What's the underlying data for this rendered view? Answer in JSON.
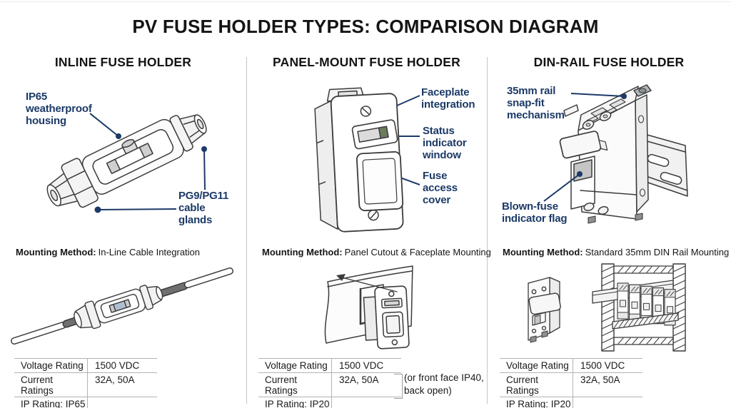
{
  "title": "PV FUSE HOLDER TYPES: COMPARISON DIAGRAM",
  "colors": {
    "callout_text": "#1c3a67",
    "line_art_stroke": "#3b3b3b",
    "status_indicator_green": "#6b7c5e",
    "column_divider": "#c5c5c5",
    "table_border": "#b3b3b3"
  },
  "columns": [
    {
      "header": "INLINE FUSE HOLDER",
      "callouts": {
        "housing": "IP65 weatherproof housing",
        "glands": "PG9/PG11 cable glands"
      },
      "mounting_method_label": "Mounting Method:",
      "mounting_method_value": "In-Line Cable Integration",
      "specs": {
        "voltage_label": "Voltage Rating",
        "voltage_value": "1500 VDC",
        "current_label": "Current Ratings",
        "current_value": "32A, 50A",
        "ip_label": "IP Rating: IP65"
      }
    },
    {
      "header": "PANEL-MOUNT FUSE HOLDER",
      "callouts": {
        "faceplate": "Faceplate integration",
        "status": "Status indicator window",
        "access": "Fuse access cover"
      },
      "mounting_method_label": "Mounting Method:",
      "mounting_method_value": "Panel Cutout & Faceplate Mounting",
      "specs": {
        "voltage_label": "Voltage Rating",
        "voltage_value": "1500 VDC",
        "current_label": "Current Ratings",
        "current_value": "32A, 50A",
        "ip_label": "IP Rating: IP20"
      },
      "ip_note": "(or front face IP40, back open)"
    },
    {
      "header": "DIN-RAIL FUSE HOLDER",
      "callouts": {
        "rail": "35mm rail snap-fit mechanism",
        "flag": "Blown-fuse indicator flag"
      },
      "mounting_method_label": "Mounting Method:",
      "mounting_method_value": "Standard 35mm DIN Rail Mounting",
      "specs": {
        "voltage_label": "Voltage Rating",
        "voltage_value": "1500 VDC",
        "current_label": "Current Ratings",
        "current_value": "32A, 50A",
        "ip_label": "IP Rating: IP20"
      }
    }
  ]
}
